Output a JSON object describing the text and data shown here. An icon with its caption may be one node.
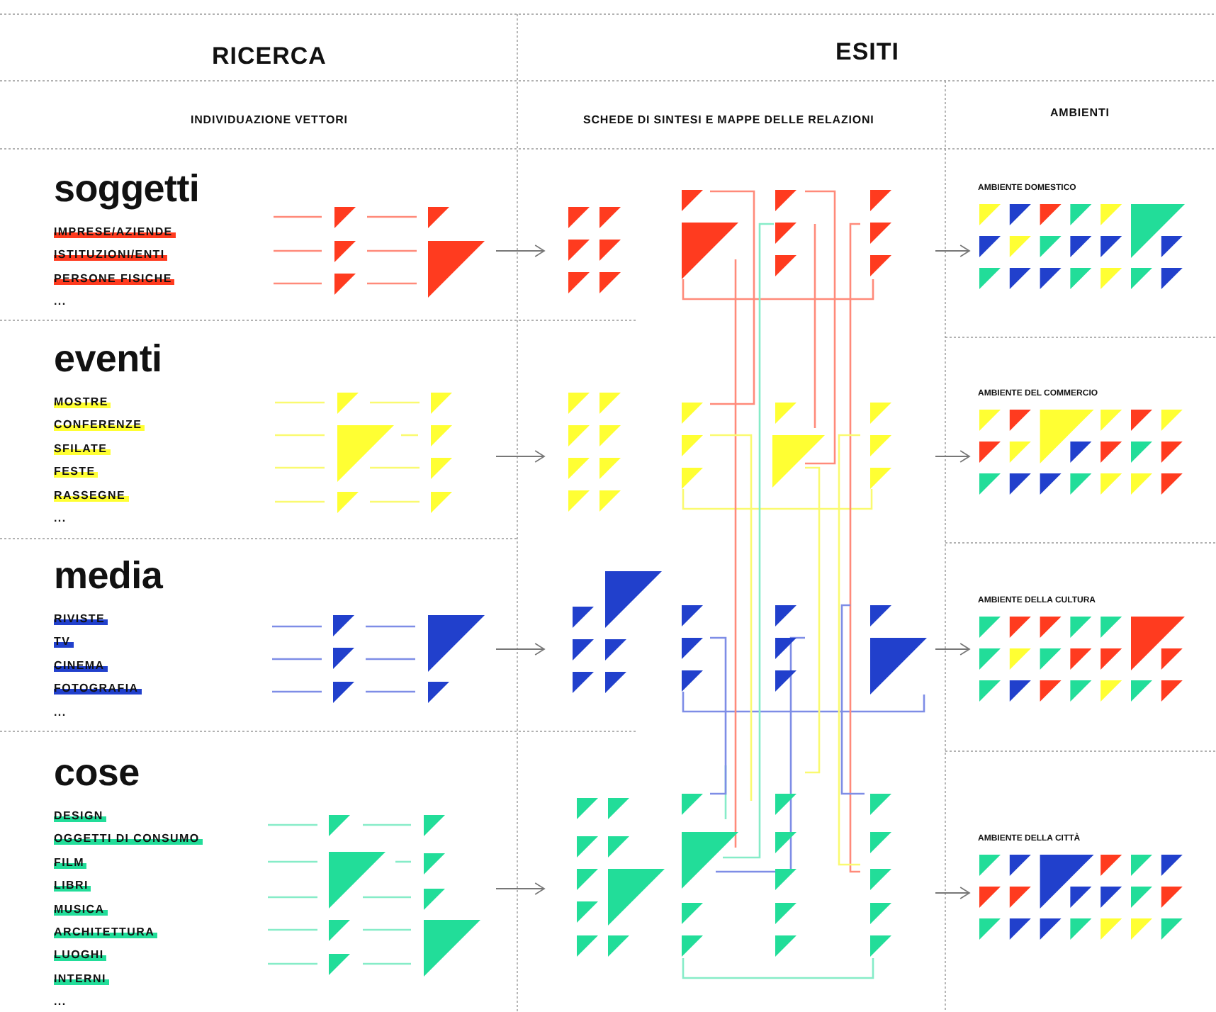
{
  "diagram": {
    "nodes": [
      {
        "text": [
          "soggetti",
          "IMPRESE/AZIENDE",
          "ISTITUZIONI/ENTI",
          "PERSONE FISICHE",
          "..."
        ]
      },
      {
        "text": [],
        "shape": "picture"
      },
      {
        "text": [],
        "shape": "picture"
      },
      {
        "text": [
          "eventi",
          "MOSTRE",
          "CONFERENZE",
          "SFILATE",
          "FESTE",
          "RASSEGNE",
          "..."
        ]
      },
      {
        "text": [],
        "shape": "picture"
      },
      {
        "text": [],
        "shape": "picture"
      },
      {
        "text": [
          "media",
          "RIVISTE",
          "TV",
          "CINEMA",
          "FOTOGRAFIA",
          "..."
        ]
      },
      {
        "text": [],
        "shape": "picture"
      },
      {
        "text": [],
        "shape": "picture"
      },
      {
        "text": [
          "cose",
          "DESIGN",
          "OGGETTI DI CONSUMO",
          "FILM",
          "LIBRI",
          "MUSICA",
          "ARCHITETTURA",
          "LUOGHI",
          "INTERNI",
          "..."
        ]
      },
      {
        "text": [],
        "shape": "picture"
      },
      {
        "text": [],
        "shape": "picture"
      },
      {
        "text": [],
        "shape": "picture"
      },
      {
        "text": [
          "AMBIENTE DOMESTICO"
        ]
      },
      {
        "text": [
          "AMBIENTE DEL COMMERCIO"
        ]
      },
      {
        "text": [
          "AMBIENTE DELLA CULTURA"
        ]
      },
      {
        "text": [
          "AMBIENTE DELLA CITTÀ"
        ]
      }
    ],
    "edges": [
      {
        "from": 1,
        "to": 2,
        "arrow": "to"
      },
      {
        "from": 4,
        "to": 5,
        "arrow": "to"
      },
      {
        "from": 7,
        "to": 8,
        "arrow": "to"
      },
      {
        "from": 10,
        "to": 11,
        "arrow": "to"
      },
      {
        "from": 12,
        "to": 13,
        "arrow": "to"
      },
      {
        "from": 12,
        "to": 14,
        "arrow": "to"
      },
      {
        "from": 12,
        "to": 15,
        "arrow": "to"
      },
      {
        "from": 12,
        "to": 16,
        "arrow": "to"
      }
    ],
    "labels": [
      "RICERCA",
      "ESITI",
      "INDIVIDUAZIONE VETTORI",
      "SCHEDE DI SINTESI E MAPPE DELLE RELAZIONI",
      "AMBIENTI"
    ]
  }
}
